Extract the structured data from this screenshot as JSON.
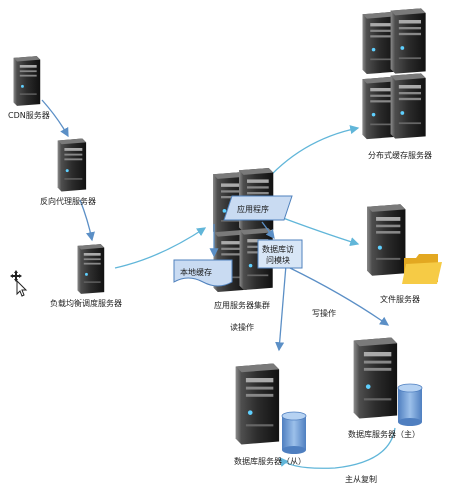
{
  "nodes": {
    "cdn": "CDN服务器",
    "reverse_proxy": "反向代理服务器",
    "load_balancer": "负载均衡调度服务器",
    "app_cluster": "应用服务器集群",
    "app_program": "应用程序",
    "local_cache": "本地缓存",
    "data_access_line1": "数据库访",
    "data_access_line2": "问模块",
    "distributed_cache": "分布式缓存服务器",
    "file_server": "文件服务器",
    "db_master": "数据库服务器（主）",
    "db_slave": "数据库服务器（从）"
  },
  "edges": {
    "read_op": "读操作",
    "write_op": "写操作",
    "replication": "主从复制"
  },
  "icons": [
    "server-icon",
    "database-cylinder-icon",
    "folder-icon",
    "move-cursor-icon"
  ],
  "colors": {
    "edge": "#5b8fc6",
    "edge_cyan": "#61b6d9",
    "box_fill": "#c9dbf2",
    "box_stroke": "#4f81bd",
    "cylinder": "#6f9fd8",
    "folder": "#f2c232"
  }
}
